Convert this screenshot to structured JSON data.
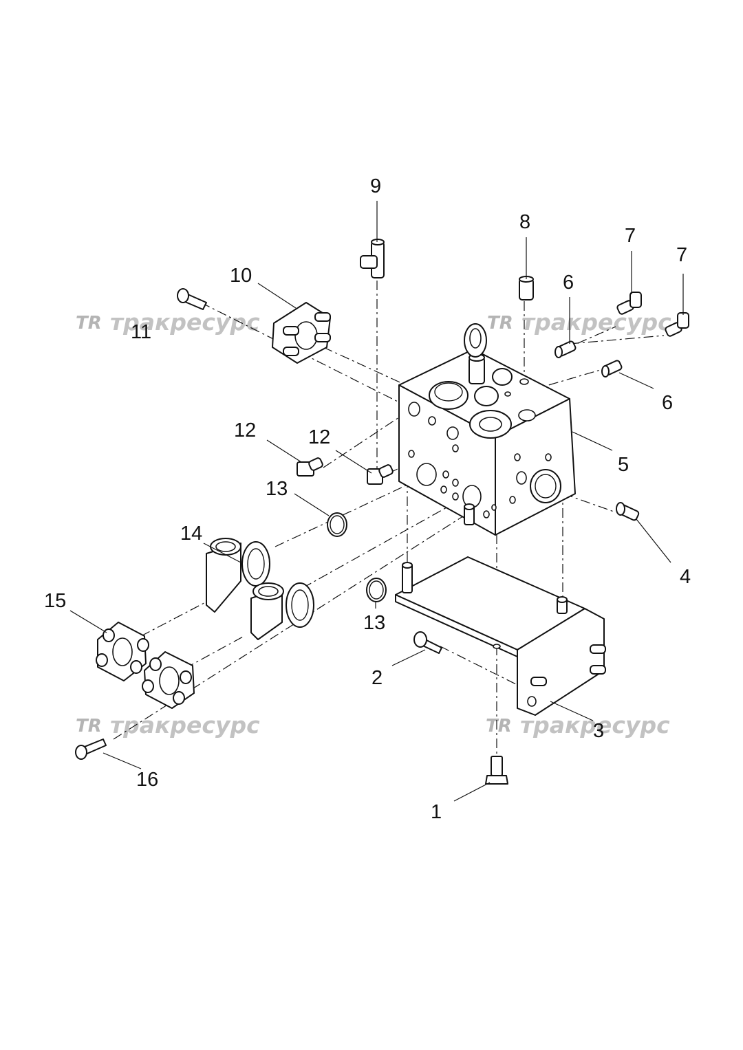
{
  "watermark": {
    "logo": "TR",
    "text": "тракресурс"
  },
  "callouts": [
    {
      "id": "c1",
      "label": "1"
    },
    {
      "id": "c2",
      "label": "2"
    },
    {
      "id": "c3",
      "label": "3"
    },
    {
      "id": "c4",
      "label": "4"
    },
    {
      "id": "c5",
      "label": "5"
    },
    {
      "id": "c6a",
      "label": "6"
    },
    {
      "id": "c6b",
      "label": "6"
    },
    {
      "id": "c7a",
      "label": "7"
    },
    {
      "id": "c7b",
      "label": "7"
    },
    {
      "id": "c8",
      "label": "8"
    },
    {
      "id": "c9",
      "label": "9"
    },
    {
      "id": "c10",
      "label": "10"
    },
    {
      "id": "c11",
      "label": "11"
    },
    {
      "id": "c12a",
      "label": "12"
    },
    {
      "id": "c12b",
      "label": "12"
    },
    {
      "id": "c13a",
      "label": "13"
    },
    {
      "id": "c13b",
      "label": "13"
    },
    {
      "id": "c14",
      "label": "14"
    },
    {
      "id": "c15",
      "label": "15"
    },
    {
      "id": "c16",
      "label": "16"
    }
  ]
}
